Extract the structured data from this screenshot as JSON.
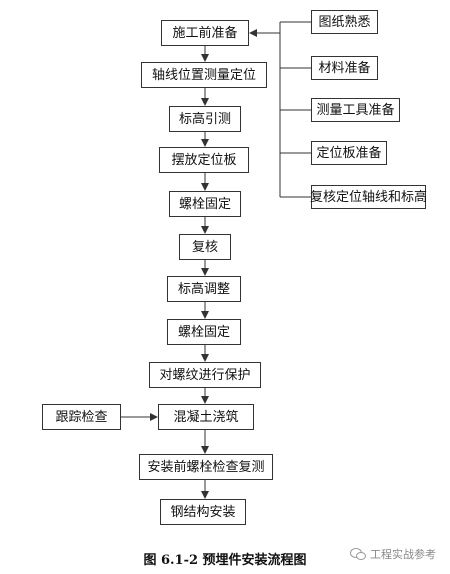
{
  "main_steps": [
    "施工前准备",
    "轴线位置测量定位",
    "标高引测",
    "摆放定位板",
    "螺栓固定",
    "复核",
    "标高调整",
    "螺栓固定",
    "对螺纹进行保护",
    "混凝土浇筑",
    "安装前螺栓检查复测",
    "钢结构安装"
  ],
  "prep_items": [
    "图纸熟悉",
    "材料准备",
    "测量工具准备",
    "定位板准备",
    "复核定位轴线和标高"
  ],
  "side_step": "跟踪检查",
  "caption": "图 6.1-2  预埋件安装流程图",
  "watermark": "工程实战参考"
}
